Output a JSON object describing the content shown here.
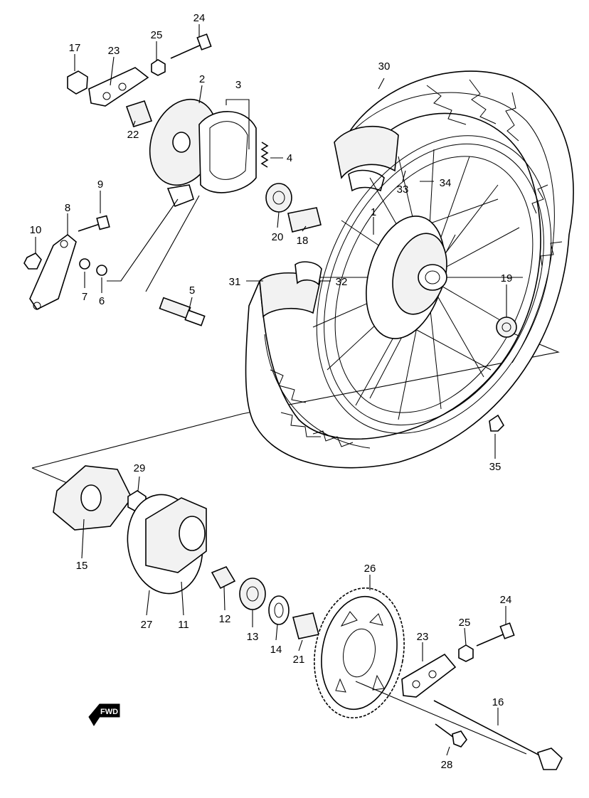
{
  "callouts": {
    "c1": "1",
    "c2": "2",
    "c3": "3",
    "c4": "4",
    "c5": "5",
    "c6": "6",
    "c7": "7",
    "c8": "8",
    "c9": "9",
    "c10": "10",
    "c11": "11",
    "c12": "12",
    "c13": "13",
    "c14": "14",
    "c15": "15",
    "c16": "16",
    "c17": "17",
    "c18": "18",
    "c19": "19",
    "c20": "20",
    "c21": "21",
    "c22": "22",
    "c23a": "23",
    "c23b": "23",
    "c24a": "24",
    "c24b": "24",
    "c25a": "25",
    "c25b": "25",
    "c26": "26",
    "c27": "27",
    "c28": "28",
    "c29": "29",
    "c30": "30",
    "c31": "31",
    "c32": "32",
    "c33": "33",
    "c34": "34",
    "c35": "35"
  },
  "forward_indicator": "FWD"
}
